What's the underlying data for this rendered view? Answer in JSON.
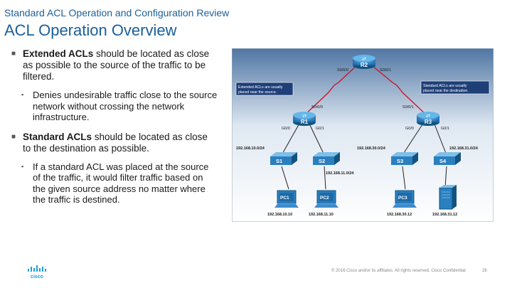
{
  "header": {
    "subtitle": "Standard ACL Operation and Configuration Review",
    "title": "ACL Operation Overview"
  },
  "bullets": [
    {
      "bold": "Extended ACLs",
      "text": " should be located as close as possible to the source of the traffic to be filtered.",
      "sub": "Denies undesirable traffic close to the source network without crossing the network infrastructure."
    },
    {
      "bold": "Standard ACLs",
      "text": " should be located as close to the destination as possible.",
      "sub": "If a standard ACL was placed at the source of the traffic, it would filter traffic based on the given source address no matter where the traffic is destined."
    }
  ],
  "diagram": {
    "routers": {
      "r1": "R1",
      "r2": "R2",
      "r3": "R3"
    },
    "interfaces": {
      "r2_s000": "S0/0/0",
      "r2_s001": "S0/0/1",
      "r1_s000": "S0/0/0",
      "r1_g00": "G0/0",
      "r1_g01": "G0/1",
      "r3_s001": "S0/0/1",
      "r3_g00": "G0/0",
      "r3_g01": "G0/1"
    },
    "switches": {
      "s1": "S1",
      "s2": "S2",
      "s3": "S3",
      "s4": "S4"
    },
    "pcs": {
      "pc1": "PC1",
      "pc2": "PC2",
      "pc3": "PC3"
    },
    "networks": {
      "net1": "192.168.10.0/24",
      "net2": "192.168.11.0/24",
      "net3": "192.168.30.0/24",
      "net4": "192.168.31.0/24"
    },
    "hosts": {
      "pc1": "192.168.10.10",
      "pc2": "192.168.11.10",
      "pc3": "192.168.30.12",
      "server": "192.168.31.12"
    },
    "callouts": {
      "extended": [
        "Extended ACLs are usually",
        "placed near the source."
      ],
      "standard": [
        "Standard ACLs are usually",
        "placed near the destination."
      ]
    }
  },
  "footer": {
    "logo_text": "cisco",
    "copyright": "© 2016  Cisco and/or its affiliates. All rights reserved.  Cisco Confidential",
    "page": "28"
  },
  "colors": {
    "title": "#1a5f9a",
    "diagram_bg": "#5b7fa6",
    "router": "#2a7fbf",
    "callout": "#1f3f78",
    "serial_link": "#d01020"
  }
}
